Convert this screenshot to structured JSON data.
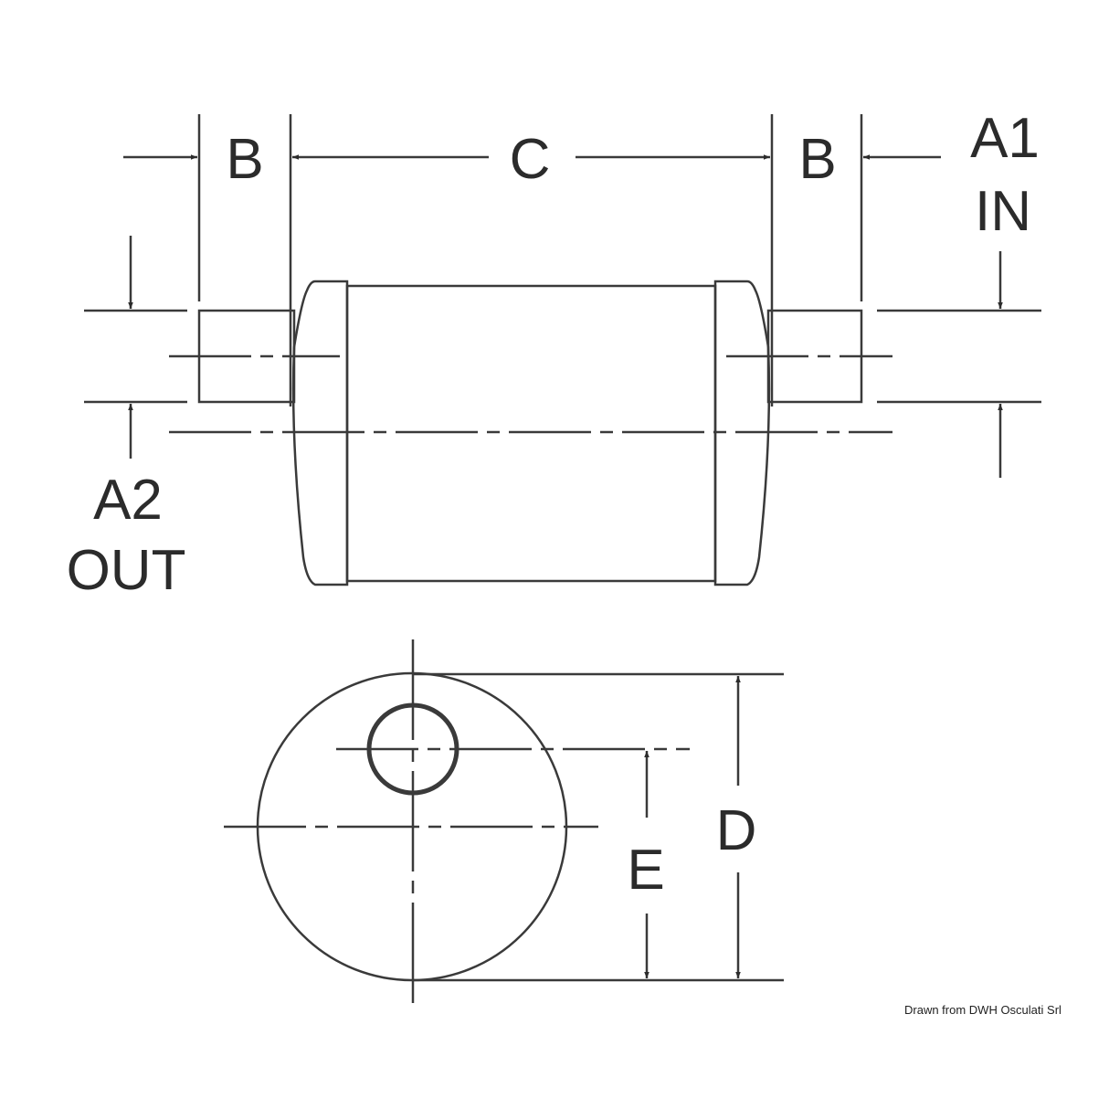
{
  "diagram": {
    "labels": {
      "b_left": "B",
      "c": "C",
      "b_right": "B",
      "a1": "A1",
      "in": "IN",
      "a2": "A2",
      "out": "OUT",
      "d": "D",
      "e": "E"
    },
    "credit": "Drawn from DWH Osculati Srl",
    "line_color": "#3a3a3a",
    "background": "#ffffff"
  }
}
